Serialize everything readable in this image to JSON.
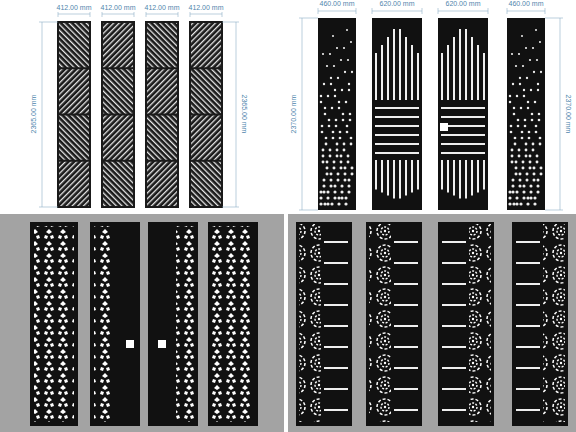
{
  "diagram": {
    "labels": [
      "412.00 mm",
      "412.00 mm",
      "412.00 mm",
      "412.00 mm",
      "2365.00 mm",
      "2365.00 mm",
      "460.00 mm",
      "620.00 mm",
      "620.00 mm",
      "460.00 mm",
      "2370.00 mm",
      "2370.00 mm"
    ]
  }
}
